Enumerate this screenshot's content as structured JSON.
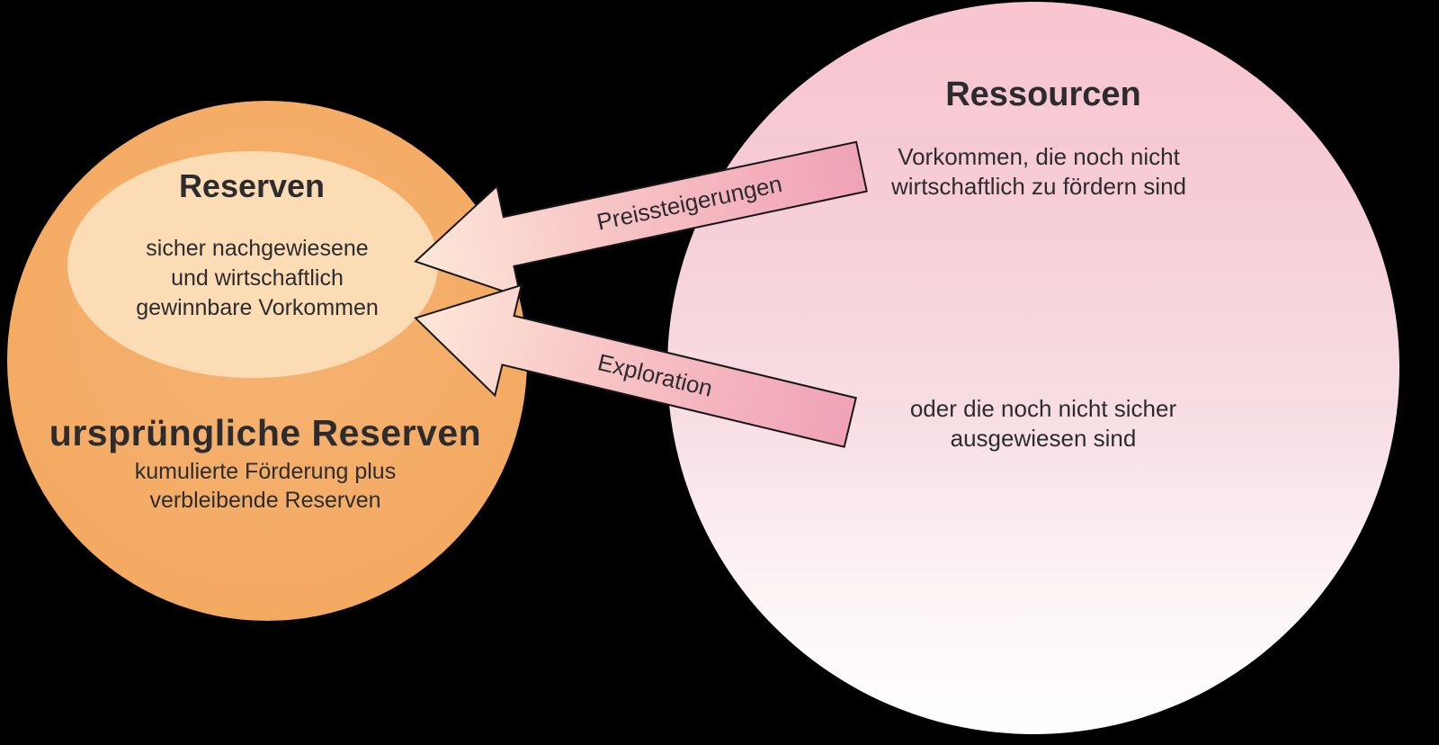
{
  "diagram": {
    "background_color": "#000000",
    "text_color": "#2c2c2e",
    "left_circle": {
      "fill": "#f4ab63",
      "title": "ursprüngliche Reserven",
      "subtitle_lines": [
        "kumulierte Förderung plus",
        "verbleibende Reserven"
      ],
      "inner_ellipse": {
        "fill": "#fcdcb5",
        "title": "Reserven",
        "body_lines": [
          "sicher nachgewiesene",
          "und wirtschaftlich",
          "gewinnbare Vorkommen"
        ]
      }
    },
    "right_circle": {
      "fill_top": "#f8c5d0",
      "fill_bottom": "#fffefe",
      "title": "Ressourcen",
      "top_text_lines": [
        "Vorkommen, die noch nicht",
        "wirtschaftlich zu fördern sind"
      ],
      "bottom_text_lines": [
        "oder die noch nicht sicher",
        "ausgewiesen sind"
      ]
    },
    "arrows": [
      {
        "label": "Preissteigerungen",
        "direction": "left",
        "fill_tail": "#f0a2b6",
        "fill_head": "#fde8d8"
      },
      {
        "label": "Exploration",
        "direction": "left",
        "fill_tail": "#f0a2b6",
        "fill_head": "#fde8d8"
      }
    ]
  }
}
